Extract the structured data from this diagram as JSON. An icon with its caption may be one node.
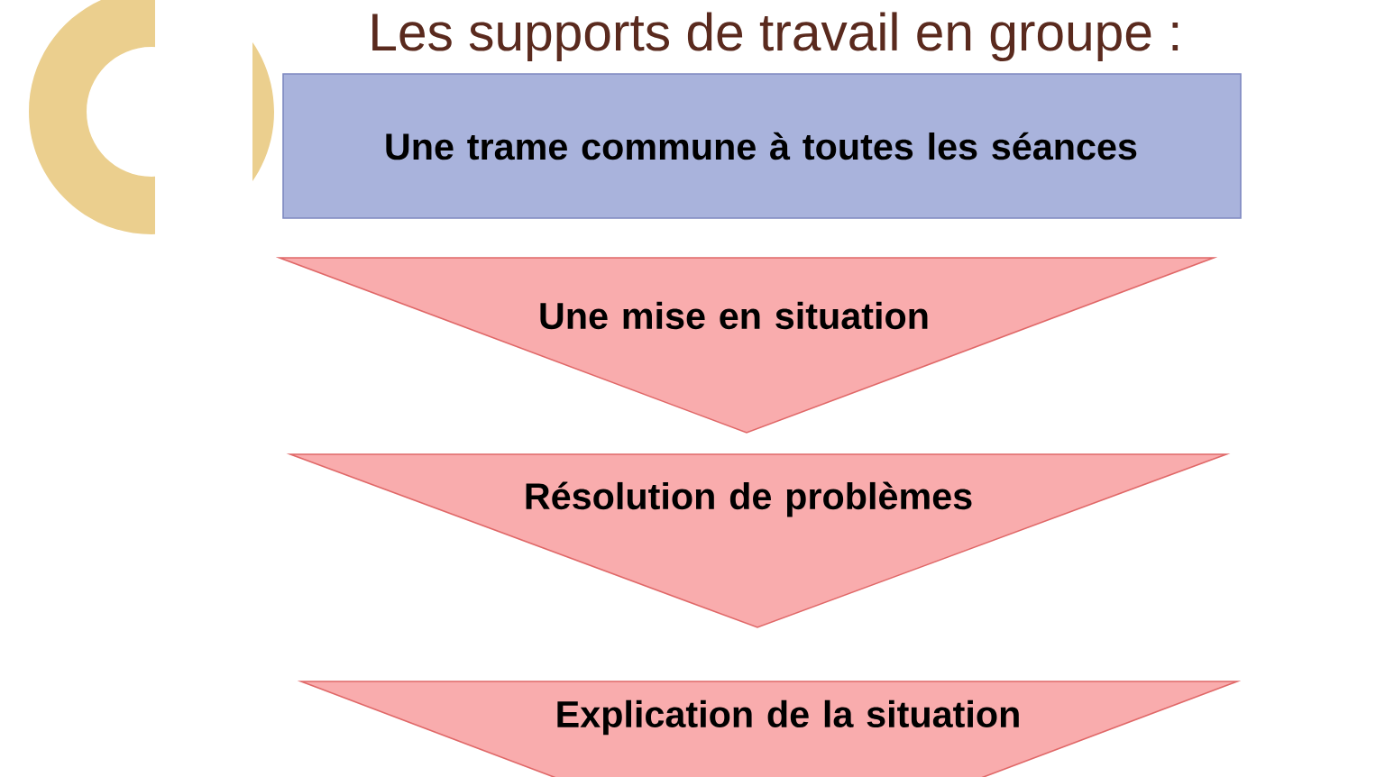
{
  "diagram": {
    "title": "Les supports de travail en groupe :",
    "nodes": [
      {
        "text": [
          "Une trame commune à toutes les séances"
        ]
      },
      {
        "text": [
          "Une mise en situation"
        ]
      },
      {
        "text": [
          "Résolution de problèmes"
        ]
      },
      {
        "text": [
          "Explication de la situation"
        ]
      }
    ]
  }
}
